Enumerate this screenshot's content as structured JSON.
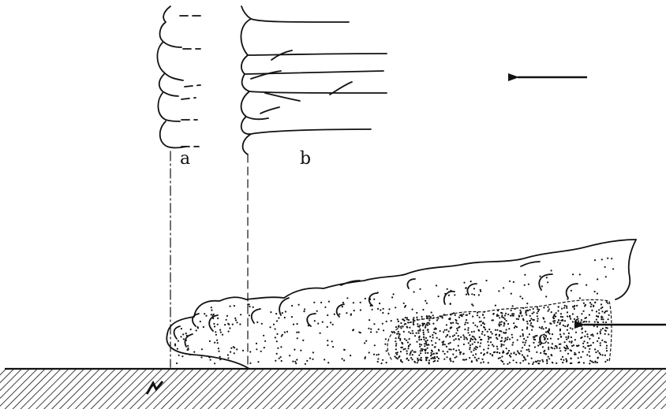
{
  "figure": {
    "labels": {
      "a": "a",
      "b": "b",
      "c": "c"
    },
    "colors": {
      "ink": "#111111",
      "background": "#ffffff"
    },
    "icons": {
      "arrow_top": "left-arrow-icon",
      "arrow_right": "left-arrow-icon",
      "ground_mark": "ground-mark-icon"
    }
  }
}
